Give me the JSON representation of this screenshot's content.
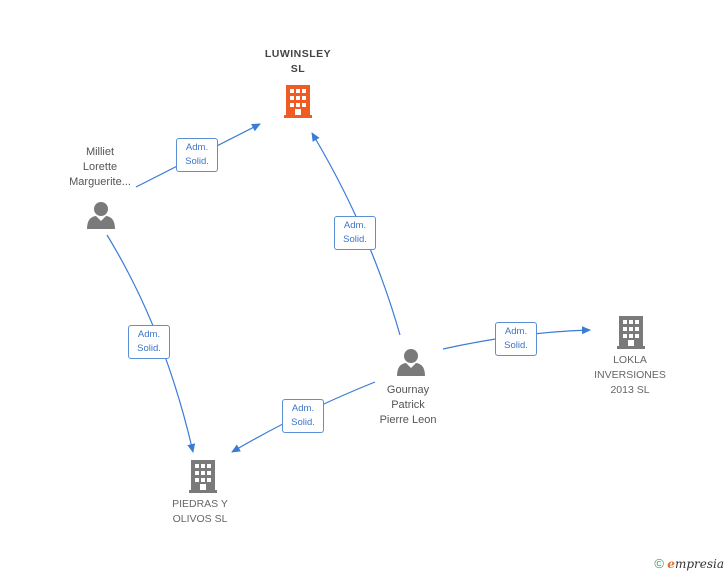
{
  "nodes": {
    "luwinsley": {
      "label_line1": "LUWINSLEY",
      "label_line2": "SL",
      "color": "#f05a23",
      "type": "company"
    },
    "lokla": {
      "label_line1": "LOKLA",
      "label_line2": "INVERSIONES",
      "label_line3": "2013 SL",
      "color": "#7a7a7a",
      "type": "company"
    },
    "piedras": {
      "label_line1": "PIEDRAS Y",
      "label_line2": "OLIVOS  SL",
      "color": "#7a7a7a",
      "type": "company"
    },
    "milliet": {
      "label_line1": "Milliet",
      "label_line2": "Lorette",
      "label_line3": "Marguerite...",
      "color": "#7a7a7a",
      "type": "person"
    },
    "gournay": {
      "label_line1": "Gournay",
      "label_line2": "Patrick",
      "label_line3": "Pierre Leon",
      "color": "#7a7a7a",
      "type": "person"
    }
  },
  "relations": [
    {
      "line1": "Adm.",
      "line2": "Solid."
    },
    {
      "line1": "Adm.",
      "line2": "Solid."
    },
    {
      "line1": "Adm.",
      "line2": "Solid."
    },
    {
      "line1": "Adm.",
      "line2": "Solid."
    },
    {
      "line1": "Adm.",
      "line2": "Solid."
    }
  ],
  "footer": {
    "copyright": "©",
    "brand_first": "e",
    "brand_rest": "mpresia"
  },
  "colors": {
    "edge": "#3a7bd5",
    "box_border": "#5b8fd6"
  }
}
